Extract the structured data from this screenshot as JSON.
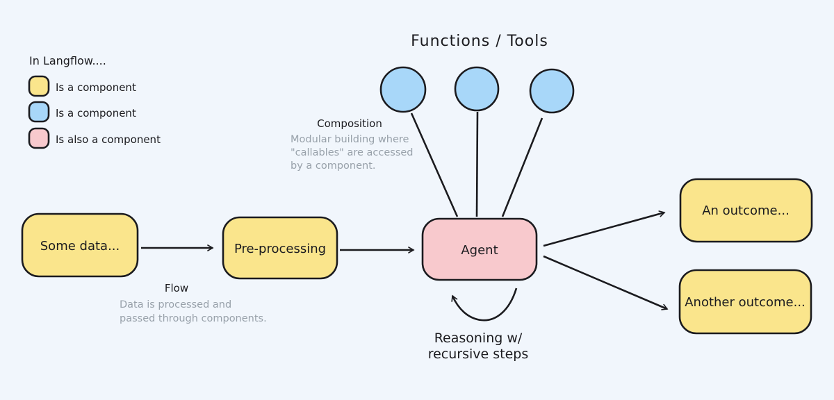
{
  "colors": {
    "background": "#F1F6FC",
    "yellow": "#FAE58C",
    "blue": "#A8D7F9",
    "pink": "#F8C9CD",
    "stroke": "#1B1B1F",
    "gray_text": "#98A1AA"
  },
  "title": "Functions / Tools",
  "legend": {
    "title": "In Langflow....",
    "items": [
      {
        "swatch": "yellow",
        "label": "Is a component"
      },
      {
        "swatch": "blue",
        "label": "Is a component"
      },
      {
        "swatch": "pink",
        "label": "Is also a component"
      }
    ]
  },
  "nodes": {
    "some_data": "Some data...",
    "pre_processing": "Pre-processing",
    "agent": "Agent",
    "outcome_1": "An outcome...",
    "outcome_2": "Another outcome..."
  },
  "annotations": {
    "composition": {
      "label": "Composition",
      "line1": "Modular building where",
      "line2": "\"callables\" are accessed",
      "line3": "by a component."
    },
    "flow": {
      "label": "Flow",
      "line1": "Data is processed and",
      "line2": "passed through components."
    },
    "reasoning": {
      "line1": "Reasoning w/",
      "line2": "recursive steps"
    }
  }
}
